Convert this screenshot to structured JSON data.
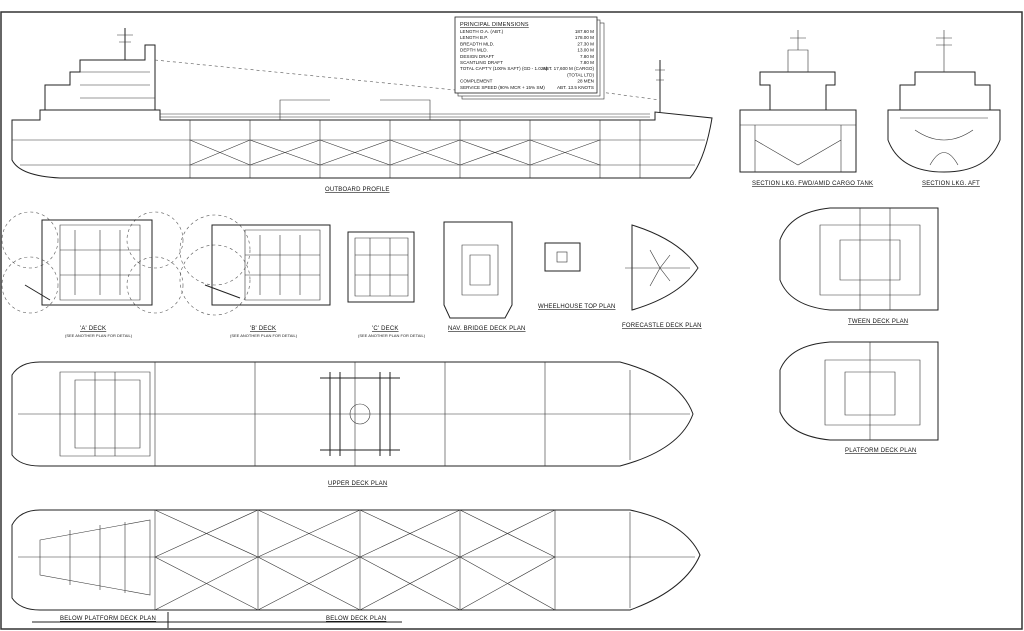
{
  "title_block": {
    "heading": "PRINCIPAL DIMENSIONS",
    "rows": [
      {
        "label": "LENGTH O.A. (ABT.)",
        "value": "187.60 M"
      },
      {
        "label": "LENGTH B.P.",
        "value": "178.00 M"
      },
      {
        "label": "BREADTH MLD.",
        "value": "27.30 M"
      },
      {
        "label": "DEPTH MLD.",
        "value": "13.00 M"
      },
      {
        "label": "DESIGN DRAFT",
        "value": "7.80 M"
      },
      {
        "label": "SCANTLING DRAFT",
        "value": "7.80 M"
      },
      {
        "label": "TOTAL CAPT'Y (100% SAFT) (GD - 1.025)",
        "value": "ABT. 17,600 M (CARGO)"
      },
      {
        "label": "",
        "value": "(TOTAL LTD)"
      },
      {
        "label": "COMPLEMENT",
        "value": "28 MEN"
      },
      {
        "label": "SERVICE SPEED (90% MCR + 15% SM)",
        "value": "ABT. 13.5 KNOTS"
      }
    ]
  },
  "views": {
    "outboard_profile": "OUTBOARD PROFILE",
    "section_fwd": "SECTION LKG. FWD/AMID CARGO TANK",
    "section_aft": "SECTION LKG. AFT",
    "a_deck": "'A' DECK",
    "b_deck": "'B' DECK",
    "c_deck": "'C' DECK",
    "scale_note": "(SEE ANOTHER PLAN FOR DETAIL)",
    "nav_bridge": "NAV. BRIDGE DECK PLAN",
    "wheelhouse_top": "WHEELHOUSE TOP PLAN",
    "forecastle": "FORECASTLE DECK PLAN",
    "tween_deck": "TWEEN DECK PLAN",
    "platform_deck": "PLATFORM DECK PLAN",
    "upper_deck": "UPPER DECK PLAN",
    "below_platform": "BELOW PLATFORM DECK PLAN",
    "below_deck": "BELOW DECK PLAN"
  }
}
